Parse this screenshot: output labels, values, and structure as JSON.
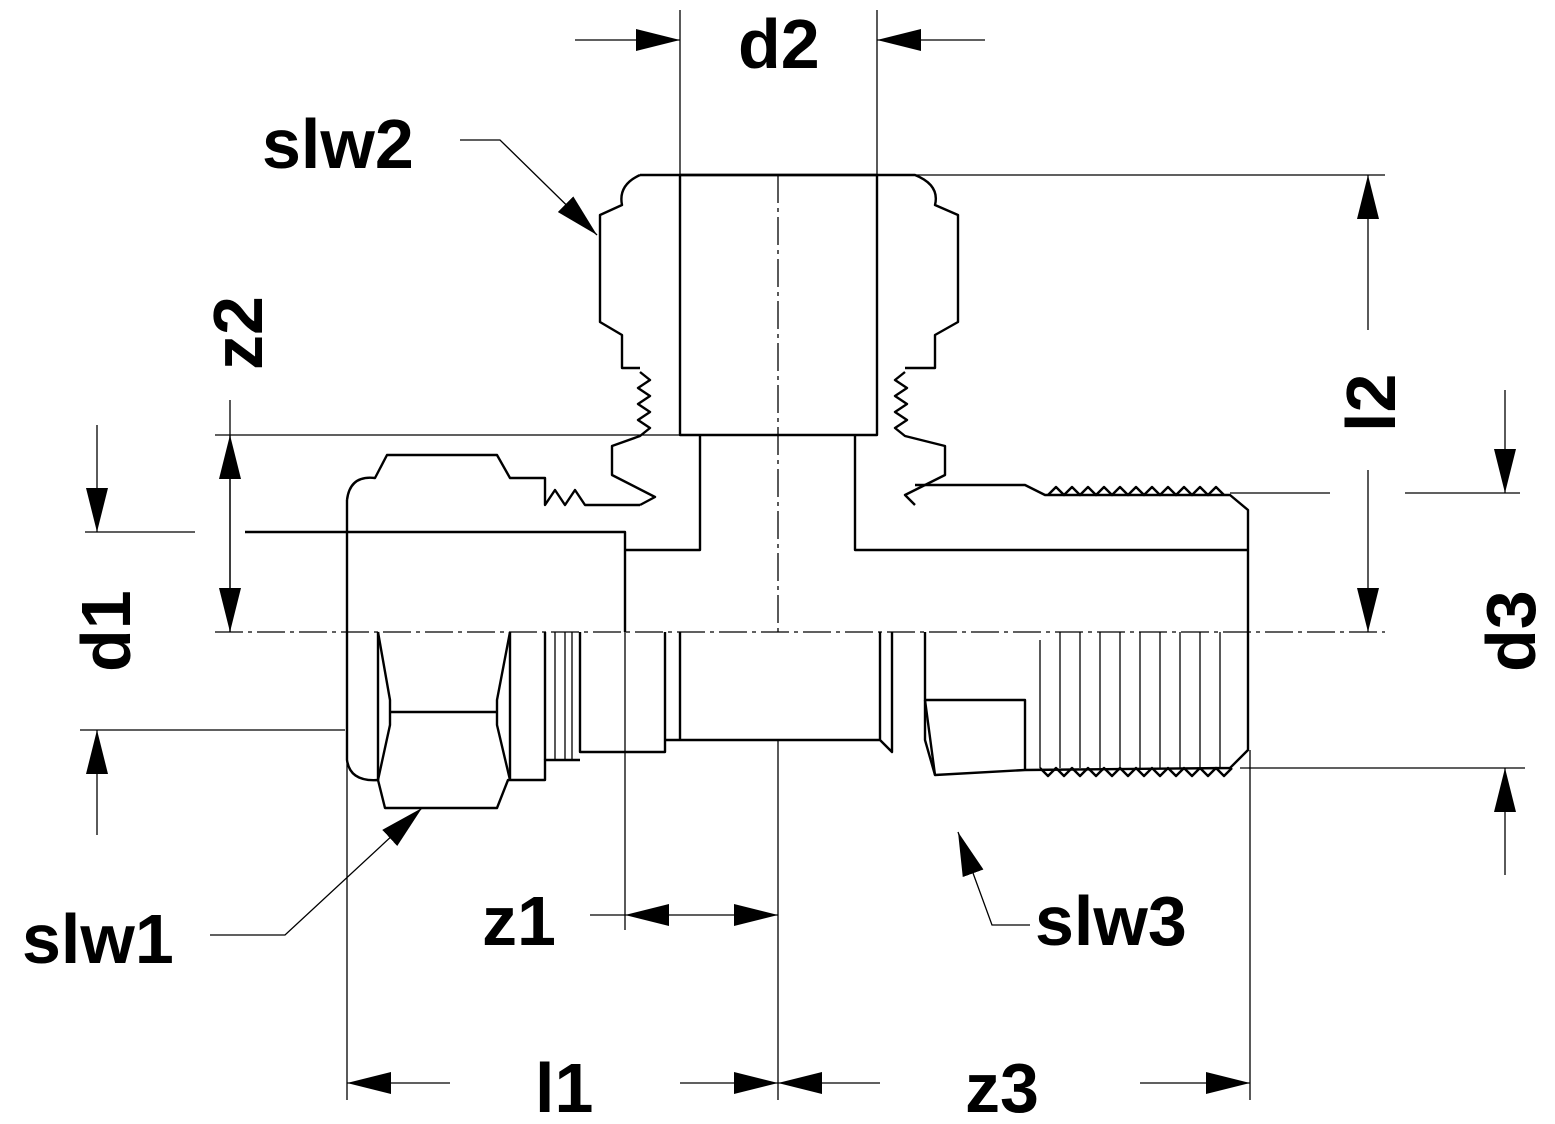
{
  "labels": {
    "d1": "d1",
    "d2": "d2",
    "d3": "d3",
    "l1": "l1",
    "l2": "l2",
    "z1": "z1",
    "z2": "z2",
    "z3": "z3",
    "slw1": "slw1",
    "slw2": "slw2",
    "slw3": "slw3"
  },
  "colors": {
    "line": "#000000",
    "background": "#ffffff"
  }
}
